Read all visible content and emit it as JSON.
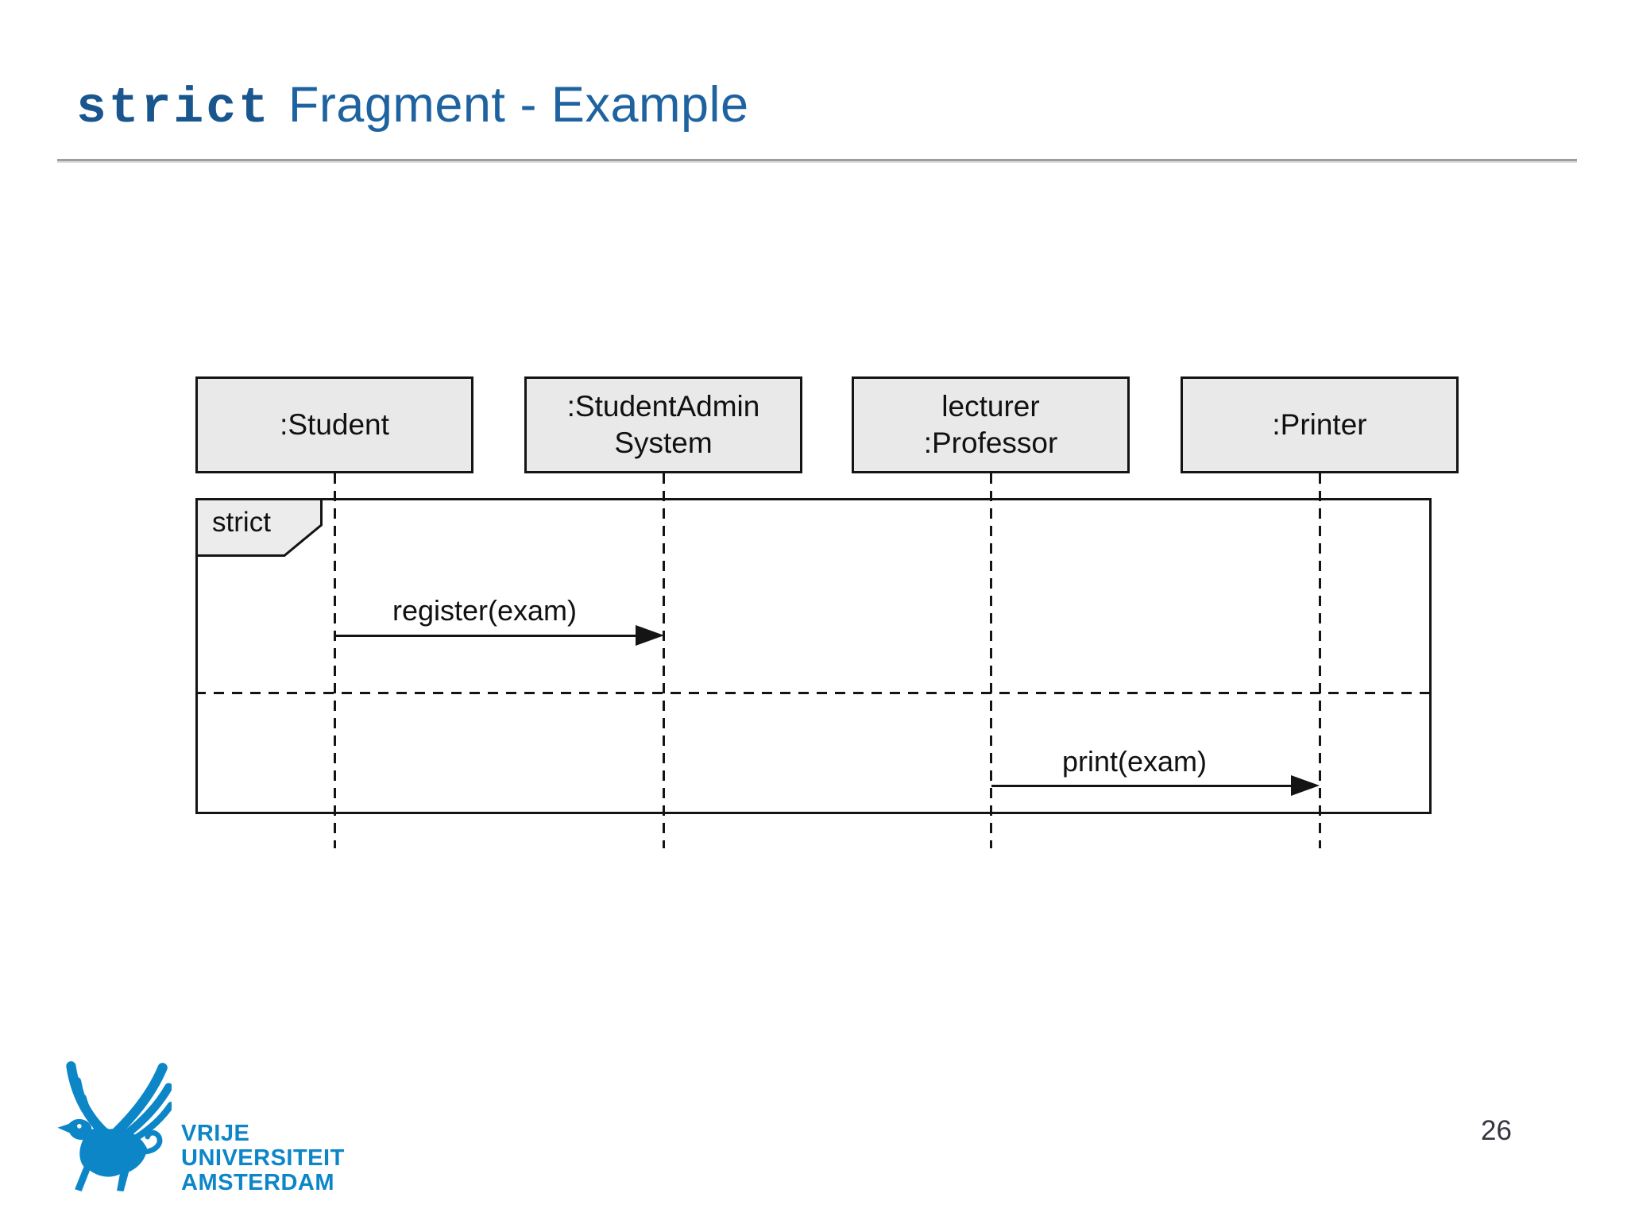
{
  "title": {
    "code": "strict",
    "text": "Fragment - Example"
  },
  "diagram": {
    "fragment_operator": "strict",
    "lifelines": [
      {
        "line1": ":Student",
        "line2": ""
      },
      {
        "line1": ":StudentAdmin",
        "line2": "System"
      },
      {
        "line1": "lecturer",
        "line2": ":Professor"
      },
      {
        "line1": ":Printer",
        "line2": ""
      }
    ],
    "messages": [
      {
        "label": "register(exam)",
        "from": ":Student",
        "to": ":StudentAdmin System"
      },
      {
        "label": "print(exam)",
        "from": "lecturer :Professor",
        "to": ":Printer"
      }
    ]
  },
  "footer": {
    "logo_wordmark": {
      "line1": "VRIJE",
      "line2": "UNIVERSITEIT",
      "line3": "AMSTERDAM"
    },
    "page_number": "26"
  },
  "colors": {
    "title_code": "#1a568e",
    "title_text": "#1e629f",
    "logo_blue": "#0d86c8",
    "diagram_line": "#141414",
    "box_fill": "#e9e9e9",
    "divider_gray": "#9e9e9e",
    "page_number": "#35353f"
  }
}
